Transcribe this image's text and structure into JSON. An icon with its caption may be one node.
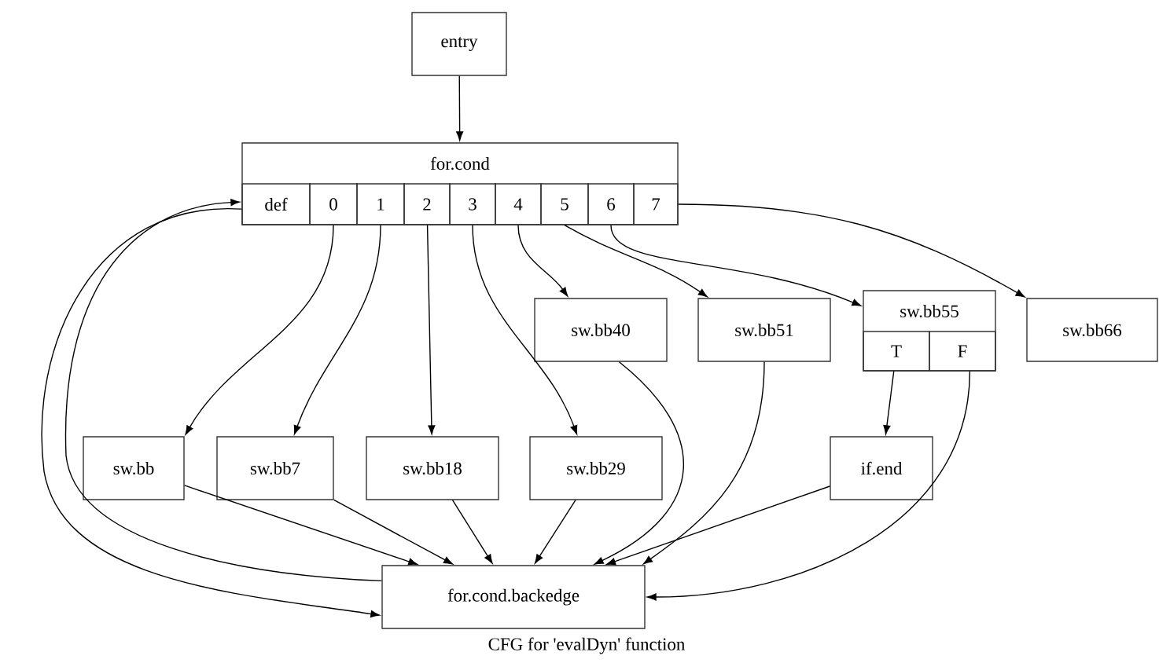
{
  "diagram": {
    "caption": "CFG for 'evalDyn' function",
    "nodes": [
      {
        "text": [
          "entry"
        ]
      },
      {
        "text": [
          "for.cond"
        ]
      },
      {
        "text": [
          "def"
        ],
        "in": 1
      },
      {
        "text": [
          "0"
        ],
        "in": 1
      },
      {
        "text": [
          "1"
        ],
        "in": 1
      },
      {
        "text": [
          "2"
        ],
        "in": 1
      },
      {
        "text": [
          "3"
        ],
        "in": 1
      },
      {
        "text": [
          "4"
        ],
        "in": 1
      },
      {
        "text": [
          "5"
        ],
        "in": 1
      },
      {
        "text": [
          "6"
        ],
        "in": 1
      },
      {
        "text": [
          "7"
        ],
        "in": 1
      },
      {
        "text": [
          "sw.bb40"
        ]
      },
      {
        "text": [
          "sw.bb51"
        ]
      },
      {
        "text": [
          "sw.bb55"
        ]
      },
      {
        "text": [
          "T"
        ],
        "in": 13
      },
      {
        "text": [
          "F"
        ],
        "in": 13
      },
      {
        "text": [
          "sw.bb66"
        ]
      },
      {
        "text": [
          "sw.bb"
        ]
      },
      {
        "text": [
          "sw.bb7"
        ]
      },
      {
        "text": [
          "sw.bb18"
        ]
      },
      {
        "text": [
          "sw.bb29"
        ]
      },
      {
        "text": [
          "if.end"
        ]
      },
      {
        "text": [
          "for.cond.backedge"
        ]
      }
    ],
    "edges": [
      {
        "from": 0,
        "to": 1,
        "arrow": "to"
      },
      {
        "from": 3,
        "to": 17,
        "arrow": "to"
      },
      {
        "from": 4,
        "to": 18,
        "arrow": "to"
      },
      {
        "from": 5,
        "to": 19,
        "arrow": "to"
      },
      {
        "from": 6,
        "to": 20,
        "arrow": "to"
      },
      {
        "from": 7,
        "to": 11,
        "arrow": "to"
      },
      {
        "from": 8,
        "to": 12,
        "arrow": "to"
      },
      {
        "from": 9,
        "to": 13,
        "arrow": "to"
      },
      {
        "from": 10,
        "to": 16,
        "arrow": "to"
      },
      {
        "from": 2,
        "to": 22,
        "arrow": "to"
      },
      {
        "from": 22,
        "to": 2,
        "arrow": "to"
      },
      {
        "from": 17,
        "to": 22,
        "arrow": "to"
      },
      {
        "from": 18,
        "to": 22,
        "arrow": "to"
      },
      {
        "from": 19,
        "to": 22,
        "arrow": "to"
      },
      {
        "from": 20,
        "to": 22,
        "arrow": "to"
      },
      {
        "from": 11,
        "to": 22,
        "arrow": "to"
      },
      {
        "from": 12,
        "to": 22,
        "arrow": "to"
      },
      {
        "from": 14,
        "to": 21,
        "arrow": "to"
      },
      {
        "from": 15,
        "to": 22,
        "arrow": "to"
      },
      {
        "from": 21,
        "to": 22,
        "arrow": "to"
      }
    ]
  }
}
